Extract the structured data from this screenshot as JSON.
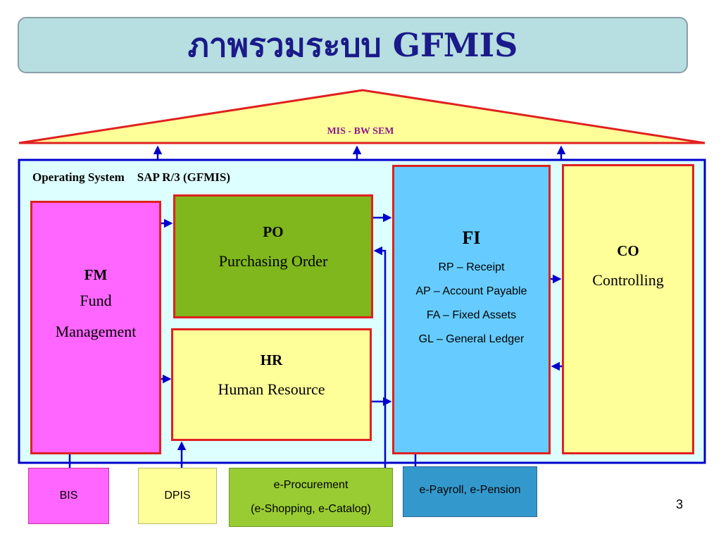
{
  "title": "ภาพรวมระบบ GFMIS",
  "mis_label": "MIS - BW SEM",
  "operating_system": {
    "label": "Operating System",
    "system": "SAP  R/3 (GFMIS)"
  },
  "modules": {
    "fm": {
      "code": "FM",
      "name_line1": "Fund",
      "name_line2": "Management"
    },
    "po": {
      "code": "PO",
      "name": "Purchasing Order"
    },
    "hr": {
      "code": "HR",
      "name": "Human Resource"
    },
    "fi": {
      "code": "FI",
      "items": [
        "RP – Receipt",
        "AP – Account Payable",
        "FA – Fixed Assets",
        "GL – General Ledger"
      ]
    },
    "co": {
      "code": "CO",
      "name": "Controlling"
    }
  },
  "sources": {
    "bis": "BIS",
    "dpis": "DPIS",
    "eproc_line1": "e-Procurement",
    "eproc_line2": "(e-Shopping, e-Catalog)",
    "epay": "e-Payroll, e-Pension"
  },
  "page_number": "3",
  "colors": {
    "title_bg": "#b7dee0",
    "title_text": "#1a1a8a",
    "roof_fill": "#ffff99",
    "roof_stroke": "#e02020",
    "os_frame": "#0000cc",
    "os_bg": "#ddffff",
    "module_border": "#e02020",
    "fm": "#ff66ff",
    "po": "#7fb71c",
    "hr": "#ffff99",
    "fi": "#66ccff",
    "co": "#ffff99",
    "arrow": "#0000cc"
  }
}
